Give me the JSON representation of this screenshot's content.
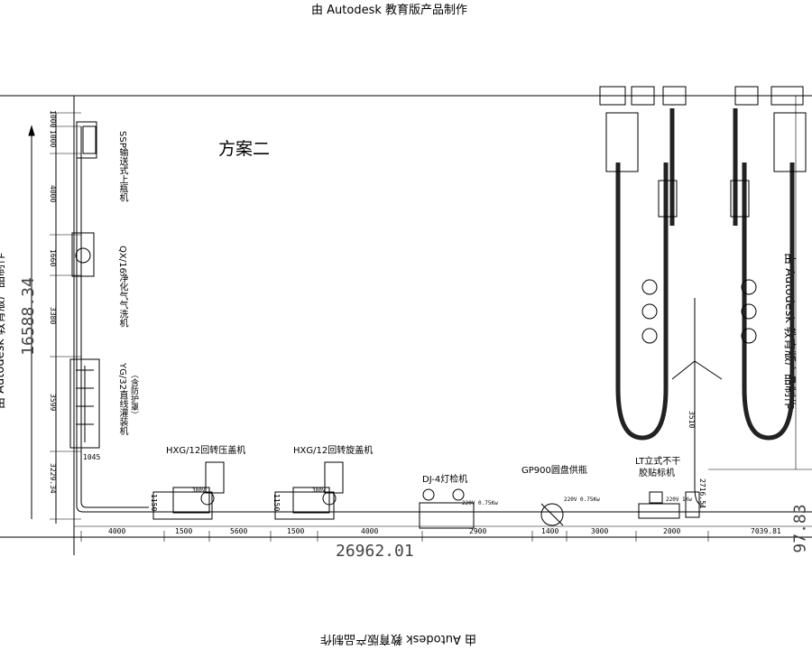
{
  "watermark": {
    "top": "由 Autodesk 教育版产品制作",
    "bottom": "由 Autodesk 教育版产品制作",
    "left": "由 Autodesk 教育版产品制作",
    "right": "由 Autodesk 教育版产品制作"
  },
  "title": "方案二",
  "total_length": "26962.01",
  "total_height": "16588.34",
  "right_height_partial": "97.83",
  "machines": {
    "ssp": "SSP输送式上瓶机",
    "qx16": "QX/16净化气气洗机",
    "yg32": "YG/32直线灌装机",
    "yg32_note": "（含防护罩）",
    "hxg_press": "HXG/12回转压盖机",
    "hxg_rotate": "HXG/12回转旋盖机",
    "dj4": "DJ-4灯检机",
    "gp900": "GP900圆盘供瓶",
    "lt_line1": "LT立式不干",
    "lt_line2": "胶贴标机",
    "power_a": "380V",
    "power_b": "220V 0.75Kw",
    "power_c": "220V 1Kw"
  },
  "left_dims": [
    "1000",
    "1000",
    "4000",
    "1660",
    "3380",
    "3599",
    "3229.34",
    "1045"
  ],
  "bottom_dims": [
    "4000",
    "1500",
    "5600",
    "1500",
    "4000",
    "2900",
    "1400",
    "3000",
    "2000",
    "7039.81"
  ],
  "misc_dims": [
    "2716.51",
    "1150",
    "1150",
    "3510"
  ]
}
